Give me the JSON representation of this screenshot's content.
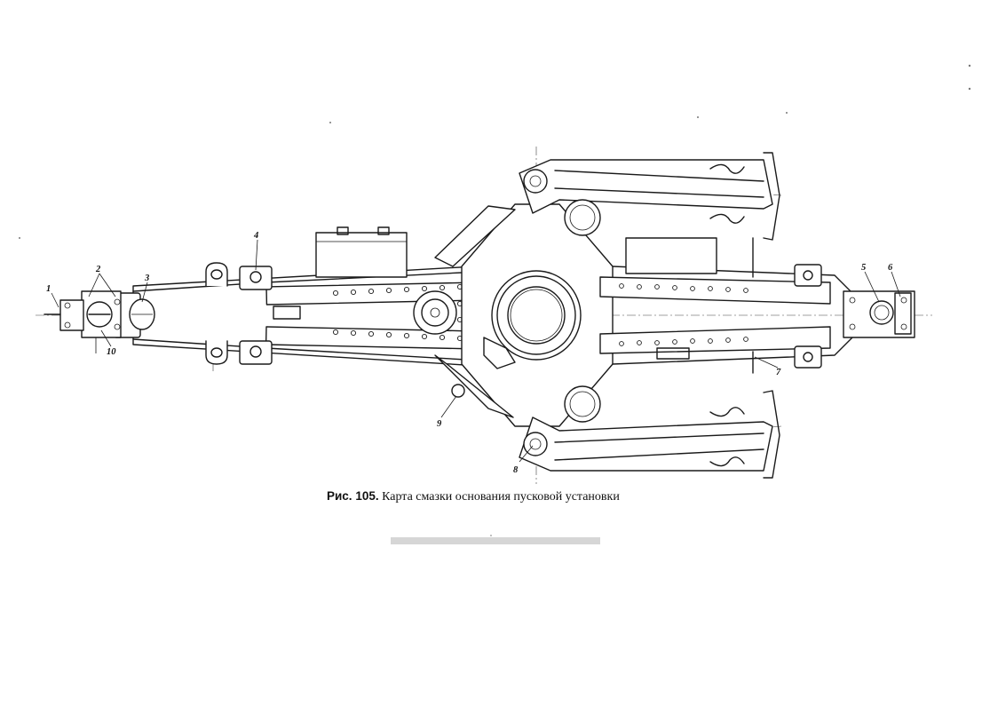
{
  "figure": {
    "caption_number": "Рис. 105.",
    "caption_text": "Карта смазки основания пусковой установки"
  },
  "callouts": {
    "c1": "1",
    "c2": "2",
    "c3": "3",
    "c4": "4",
    "c5": "5",
    "c6": "6",
    "c7": "7",
    "c8": "8",
    "c9": "9",
    "c10": "10"
  }
}
